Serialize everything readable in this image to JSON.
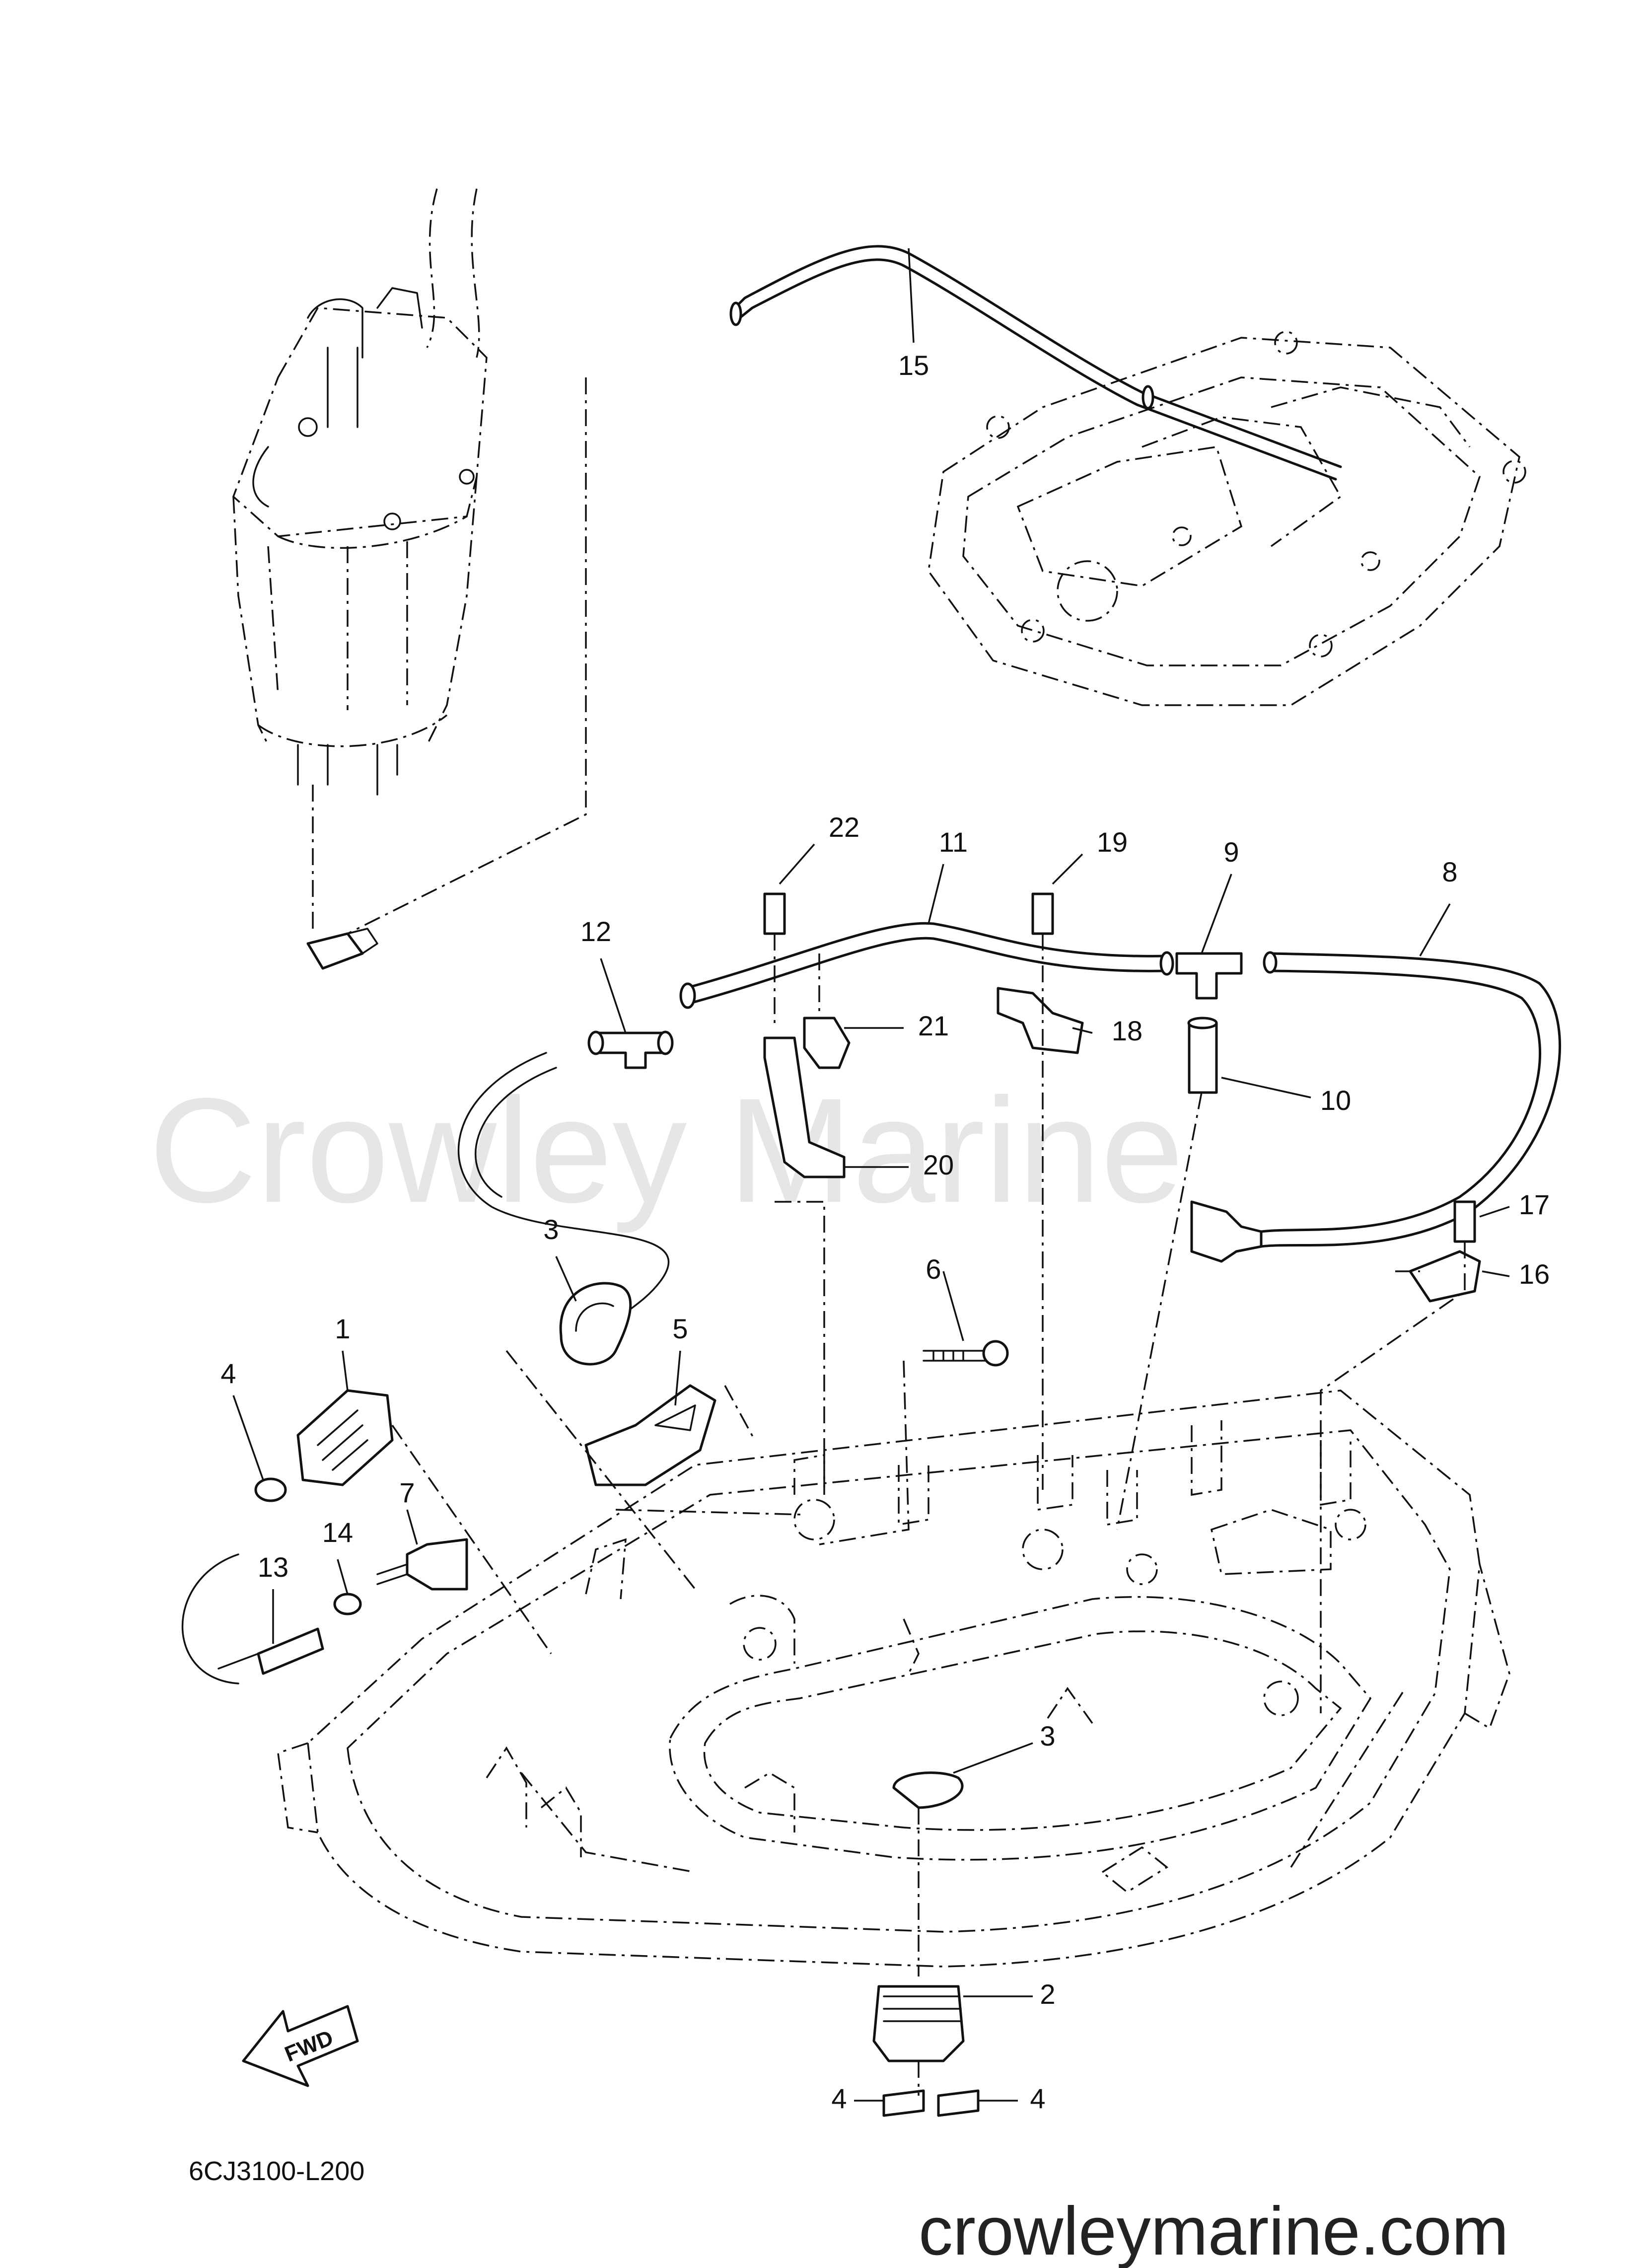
{
  "watermark": "Crowley Marine",
  "site_url": "crowleymarine.com",
  "diagram_code": "6CJ3100-L200",
  "fwd_label": "FWD",
  "callouts": [
    {
      "label": "1"
    },
    {
      "label": "2"
    },
    {
      "label": "3"
    },
    {
      "label": "3"
    },
    {
      "label": "4"
    },
    {
      "label": "4"
    },
    {
      "label": "4"
    },
    {
      "label": "5"
    },
    {
      "label": "6"
    },
    {
      "label": "7"
    },
    {
      "label": "8"
    },
    {
      "label": "9"
    },
    {
      "label": "10"
    },
    {
      "label": "11"
    },
    {
      "label": "12"
    },
    {
      "label": "13"
    },
    {
      "label": "14"
    },
    {
      "label": "15"
    },
    {
      "label": "16"
    },
    {
      "label": "17"
    },
    {
      "label": "18"
    },
    {
      "label": "19"
    },
    {
      "label": "20"
    },
    {
      "label": "21"
    },
    {
      "label": "22"
    }
  ]
}
